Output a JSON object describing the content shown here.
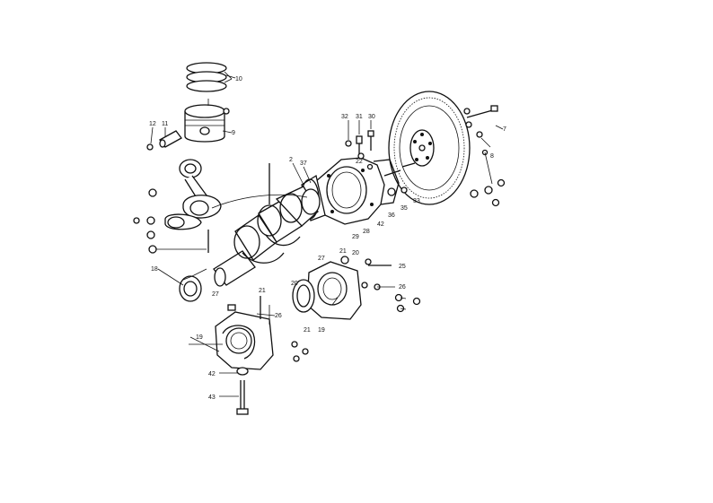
{
  "callouts": [
    {
      "id": "c10a",
      "text": "10"
    },
    {
      "id": "c9",
      "text": "9"
    },
    {
      "id": "c11",
      "text": "11"
    },
    {
      "id": "c12",
      "text": "12"
    },
    {
      "id": "c32",
      "text": "32"
    },
    {
      "id": "c31",
      "text": "31"
    },
    {
      "id": "c30",
      "text": "30"
    },
    {
      "id": "c7",
      "text": "7"
    },
    {
      "id": "c8",
      "text": "8"
    },
    {
      "id": "c2",
      "text": "2"
    },
    {
      "id": "c37a",
      "text": "37"
    },
    {
      "id": "c22",
      "text": "22"
    },
    {
      "id": "c36",
      "text": "36"
    },
    {
      "id": "c35",
      "text": "35"
    },
    {
      "id": "c33",
      "text": "33"
    },
    {
      "id": "c42a",
      "text": "42"
    },
    {
      "id": "c29",
      "text": "29"
    },
    {
      "id": "c28",
      "text": "28"
    },
    {
      "id": "c27a",
      "text": "27"
    },
    {
      "id": "c21a",
      "text": "21"
    },
    {
      "id": "c20a",
      "text": "20"
    },
    {
      "id": "c25",
      "text": "25"
    },
    {
      "id": "c26a",
      "text": "26"
    },
    {
      "id": "c20b",
      "text": "20"
    },
    {
      "id": "c21b",
      "text": "21"
    },
    {
      "id": "c19a",
      "text": "19"
    },
    {
      "id": "c18",
      "text": "18"
    },
    {
      "id": "c27b",
      "text": "27"
    },
    {
      "id": "c21c",
      "text": "21"
    },
    {
      "id": "c26b",
      "text": "26"
    },
    {
      "id": "c19b",
      "text": "19"
    },
    {
      "id": "c42b",
      "text": "42"
    },
    {
      "id": "c43",
      "text": "43"
    }
  ]
}
